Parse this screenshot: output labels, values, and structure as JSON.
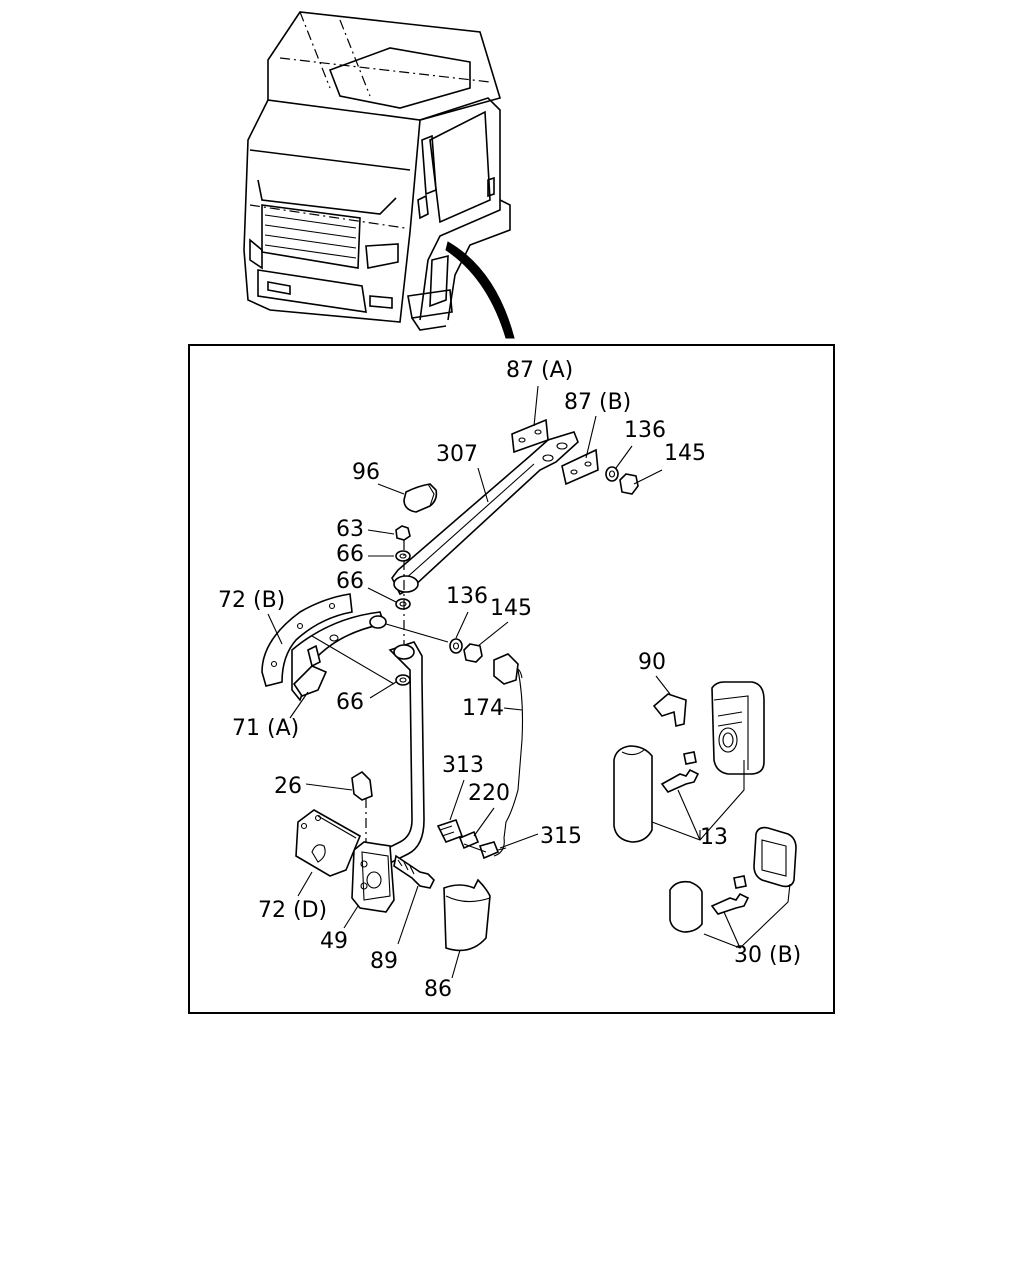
{
  "callouts": [
    {
      "id": "c87a",
      "text": "87 (A)"
    },
    {
      "id": "c87b",
      "text": "87 (B)"
    },
    {
      "id": "c136a",
      "text": "136"
    },
    {
      "id": "c145a",
      "text": "145"
    },
    {
      "id": "c307",
      "text": "307"
    },
    {
      "id": "c96",
      "text": "96"
    },
    {
      "id": "c63",
      "text": "63"
    },
    {
      "id": "c66a",
      "text": "66"
    },
    {
      "id": "c66b",
      "text": "66"
    },
    {
      "id": "c72b",
      "text": "72 (B)"
    },
    {
      "id": "c136b",
      "text": "136"
    },
    {
      "id": "c145b",
      "text": "145"
    },
    {
      "id": "c71a",
      "text": "71 (A)"
    },
    {
      "id": "c66c",
      "text": "66"
    },
    {
      "id": "c174",
      "text": "174"
    },
    {
      "id": "c90",
      "text": "90"
    },
    {
      "id": "c26",
      "text": "26"
    },
    {
      "id": "c313",
      "text": "313"
    },
    {
      "id": "c220",
      "text": "220"
    },
    {
      "id": "c315",
      "text": "315"
    },
    {
      "id": "c13",
      "text": "13"
    },
    {
      "id": "c72d",
      "text": "72 (D)"
    },
    {
      "id": "c49",
      "text": "49"
    },
    {
      "id": "c89",
      "text": "89"
    },
    {
      "id": "c86",
      "text": "86"
    },
    {
      "id": "c30b",
      "text": "30 (B)"
    }
  ]
}
